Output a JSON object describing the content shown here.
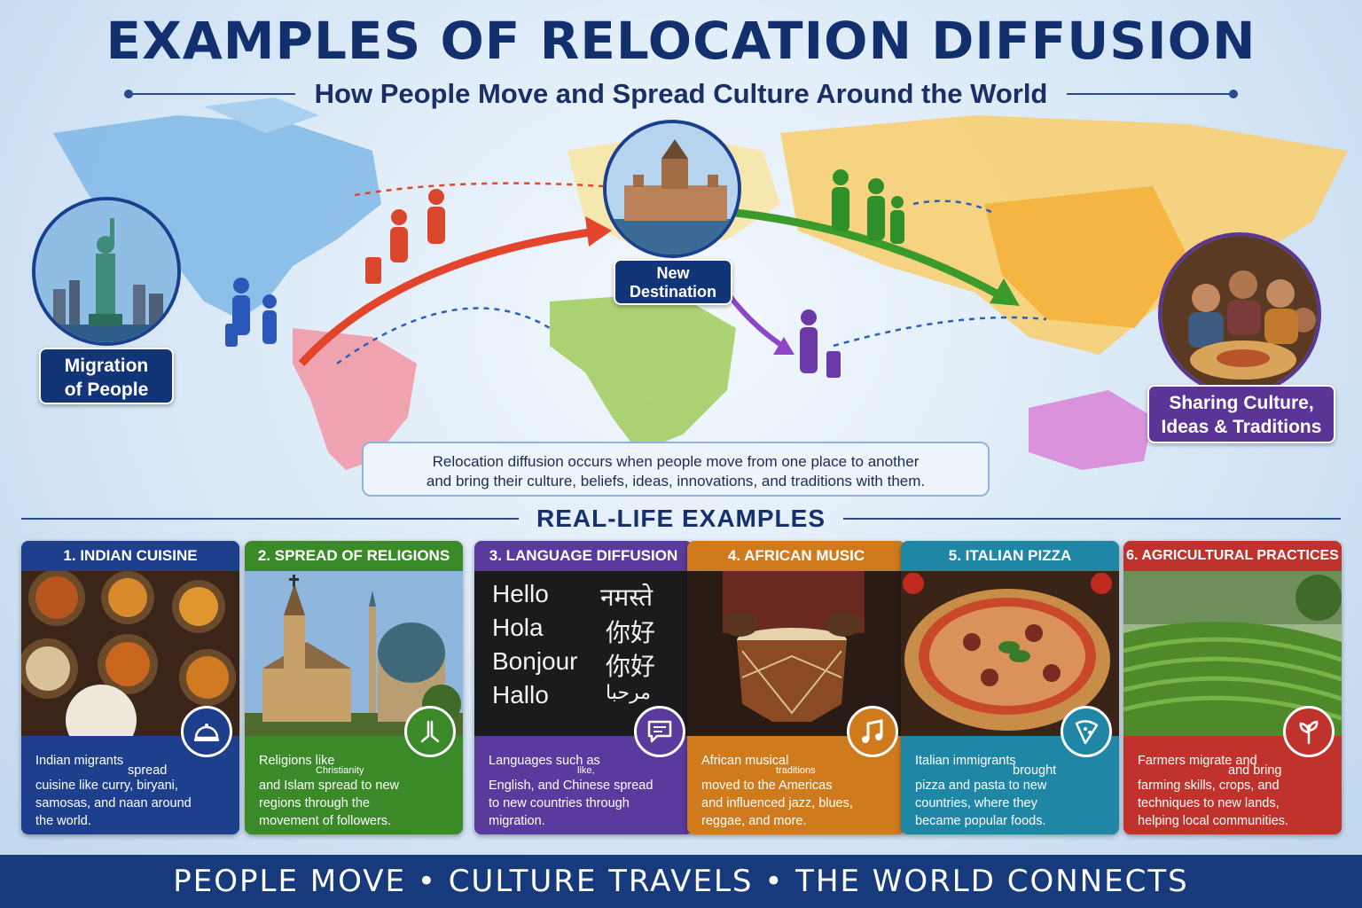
{
  "header": {
    "title": "EXAMPLES OF RELOCATION DIFFUSION",
    "subtitle": "How People Move and Spread Culture Around the World"
  },
  "map": {
    "label_migration_line1": "Migration",
    "label_migration_line2": "of People",
    "label_destination_line1": "New",
    "label_destination_line2": "Destination",
    "label_sharing_line1": "Sharing Culture,",
    "label_sharing_line2": "Ideas & Traditions",
    "description_line1": "Relocation diffusion occurs when people move from one place to another",
    "description_line2": "and bring their culture, beliefs, ideas, innovations, and traditions with them."
  },
  "section_title": "REAL-LIFE EXAMPLES",
  "cards": [
    {
      "title": "1. INDIAN CUISINE",
      "color": "#1d3f8c",
      "icon": "food-cloche-icon",
      "lines": [
        "Indian migrants",
        "spread",
        "cuisine like curry, biryani,",
        "samosas, and naan around",
        "the world."
      ]
    },
    {
      "title": "2. SPREAD OF RELIGIONS",
      "color": "#3a8a2a",
      "icon": "praying-hands-icon",
      "lines": [
        "Religions like",
        "Christianity",
        "and Islam spread to new",
        "regions through the",
        "movement of followers."
      ]
    },
    {
      "title": "3. LANGUAGE DIFFUSION",
      "color": "#5b3a9e",
      "icon": "speech-bubble-icon",
      "lines": [
        "Languages such as",
        "like,",
        "English, and Chinese spread",
        "to new countries through",
        "migration."
      ]
    },
    {
      "title": "4. AFRICAN MUSIC",
      "color": "#d07a1e",
      "icon": "music-note-icon",
      "lines": [
        "African musical",
        "traditions",
        "moved to the Americas",
        "and influenced jazz, blues,",
        "reggae, and more."
      ]
    },
    {
      "title": "5. ITALIAN PIZZA",
      "color": "#1f86a6",
      "icon": "pizza-slice-icon",
      "lines": [
        "Italian immigrants",
        "brought",
        "pizza and pasta to new",
        "countries, where they",
        "became popular foods."
      ]
    },
    {
      "title": "6. AGRICULTURAL PRACTICES",
      "color": "#c0332c",
      "icon": "plant-leaf-icon",
      "lines": [
        "Farmers migrate and",
        "and bring",
        "farming skills, crops, and",
        "techniques to new lands,",
        "helping local communities."
      ]
    }
  ],
  "languages": {
    "left": [
      "Hello",
      "Hola",
      "Bonjour",
      "Hallo"
    ],
    "right": [
      "नमस्ते",
      "你好",
      "你好",
      "مرحبا"
    ]
  },
  "footer": "PEOPLE MOVE  •  CULTURE TRAVELS  •  THE WORLD CONNECTS"
}
